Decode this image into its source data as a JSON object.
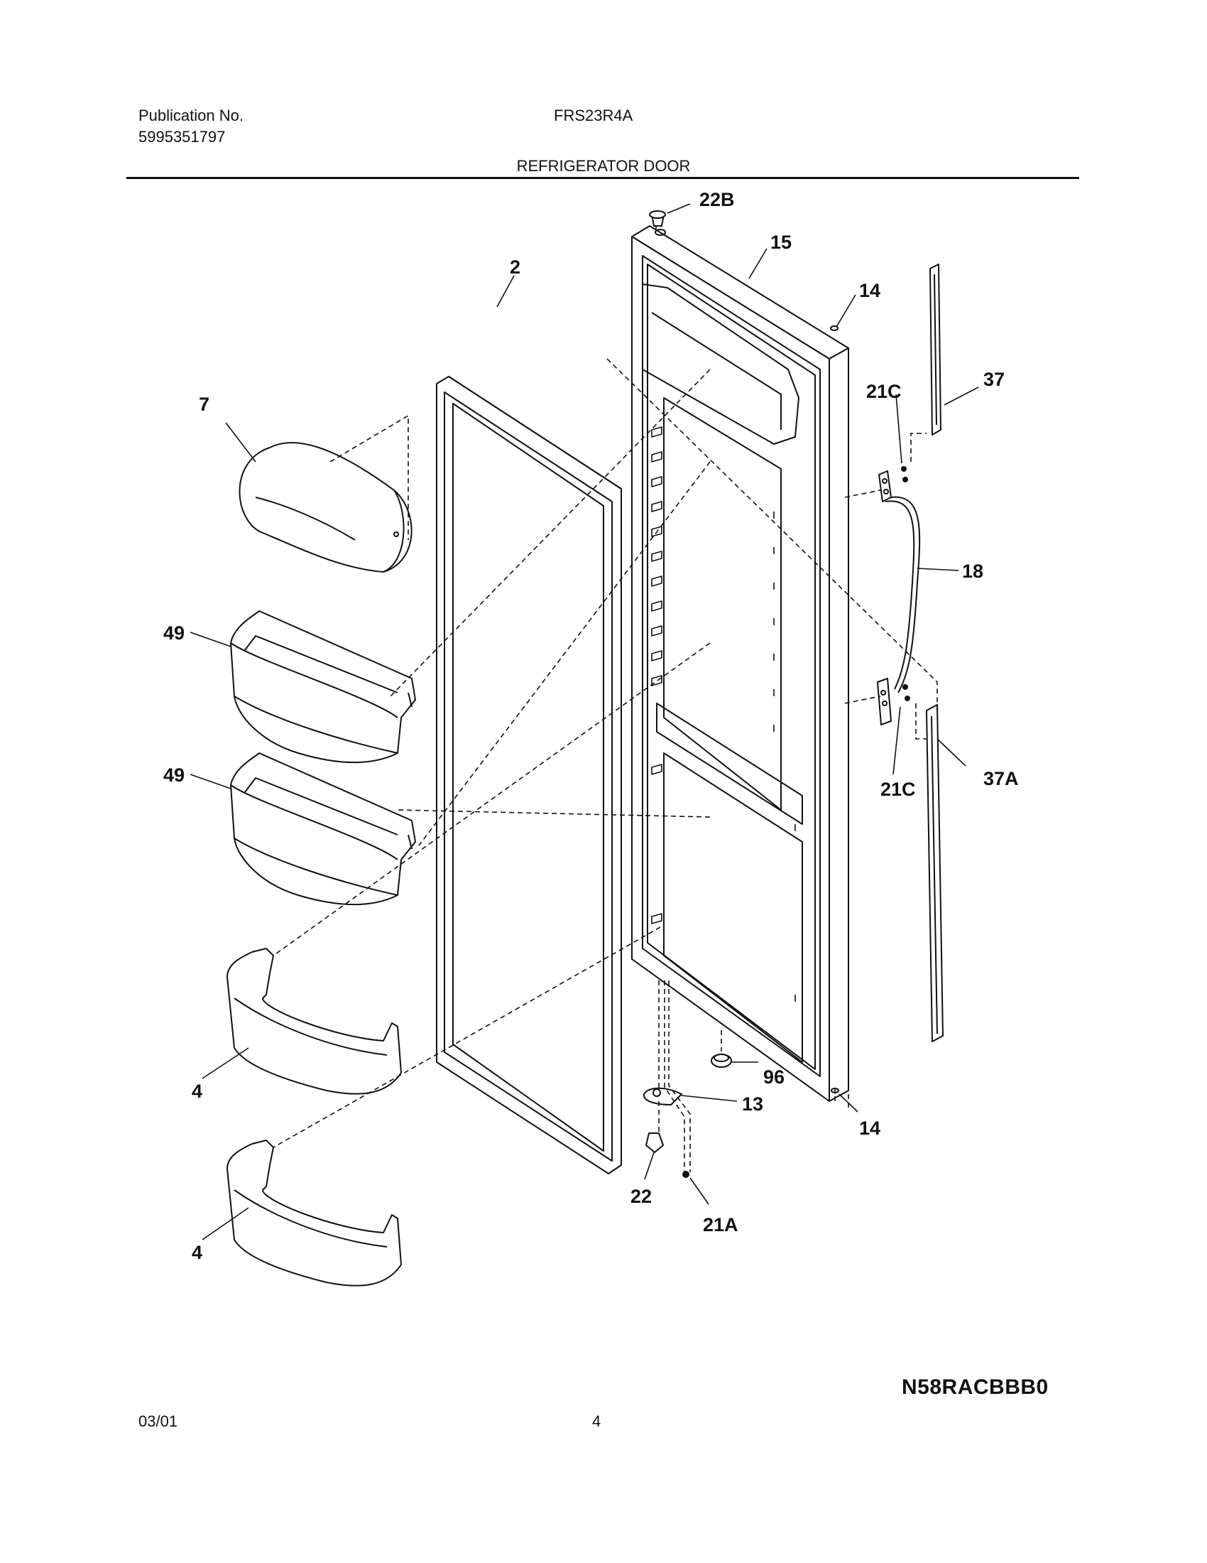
{
  "header": {
    "publication_label": "Publication No.",
    "publication_number": "5995351797",
    "model": "FRS23R4A",
    "section_title": "REFRIGERATOR DOOR"
  },
  "parts": {
    "p22B": "22B",
    "p15": "15",
    "p14_top": "14",
    "p2": "2",
    "p37": "37",
    "p7": "7",
    "p21C_top": "21C",
    "p18": "18",
    "p49_a": "49",
    "p49_b": "49",
    "p21C_bottom": "21C",
    "p37A": "37A",
    "p96": "96",
    "p13": "13",
    "p14_bottom": "14",
    "p4_a": "4",
    "p22": "22",
    "p21A": "21A",
    "p4_b": "4"
  },
  "footer": {
    "diagram_code": "N58RACBBB0",
    "date": "03/01",
    "page_number": "4"
  }
}
